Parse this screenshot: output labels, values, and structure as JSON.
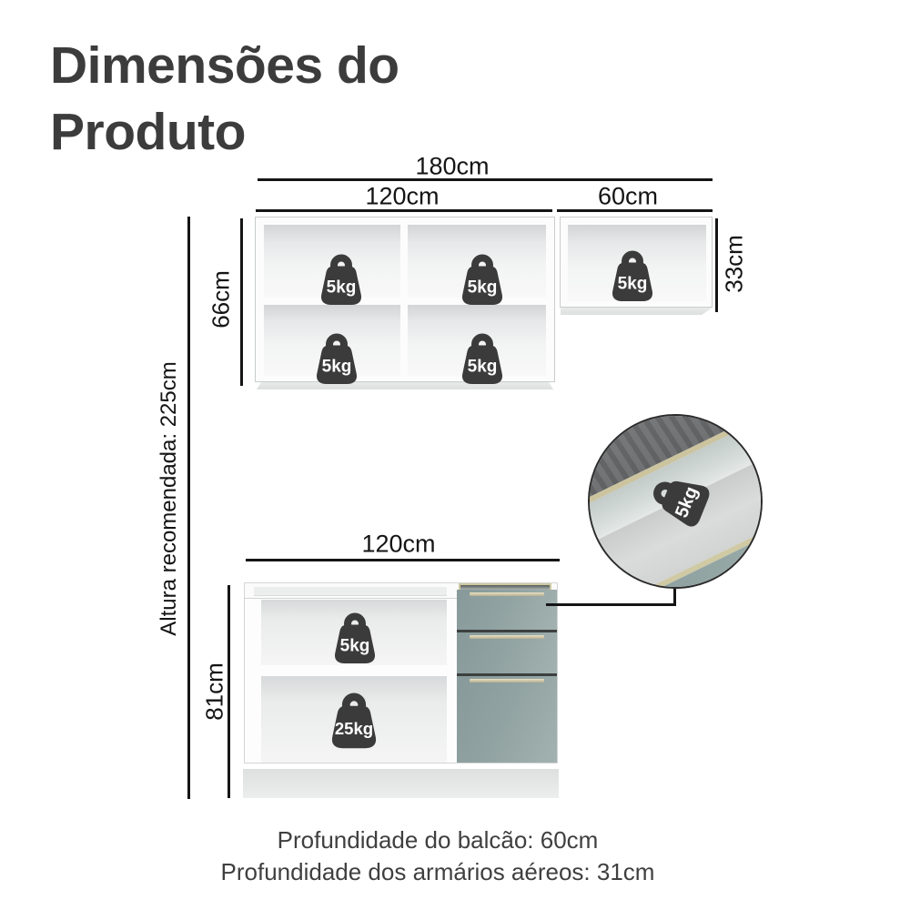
{
  "title": {
    "line1": "Dimensões do",
    "line2": "Produto"
  },
  "labels": {
    "upper_total_width": "180cm",
    "upper_left_width": "120cm",
    "upper_right_width": "60cm",
    "upper_left_height": "66cm",
    "upper_right_height": "33cm",
    "recommended_height": "Altura recomendada: 225cm",
    "lower_width": "120cm",
    "lower_height": "81cm"
  },
  "weights": {
    "upper_shelf_1": "5kg",
    "upper_shelf_2": "5kg",
    "upper_shelf_3": "5kg",
    "upper_shelf_4": "5kg",
    "upper_right": "5kg",
    "lower_shelf": "5kg",
    "lower_bottom": "25kg",
    "drawer_detail": "5kg"
  },
  "footer": {
    "line1": "Profundidade do balcão: 60cm",
    "line2": "Profundidade dos armários aéreos: 31cm"
  },
  "colors": {
    "title_text": "#3c3c3c",
    "line": "#151515",
    "icon": "#3b3b3b",
    "drawer_front": "#90a2a1",
    "drawer_handle": "#d6cfae",
    "countertop": "#6e7072"
  }
}
